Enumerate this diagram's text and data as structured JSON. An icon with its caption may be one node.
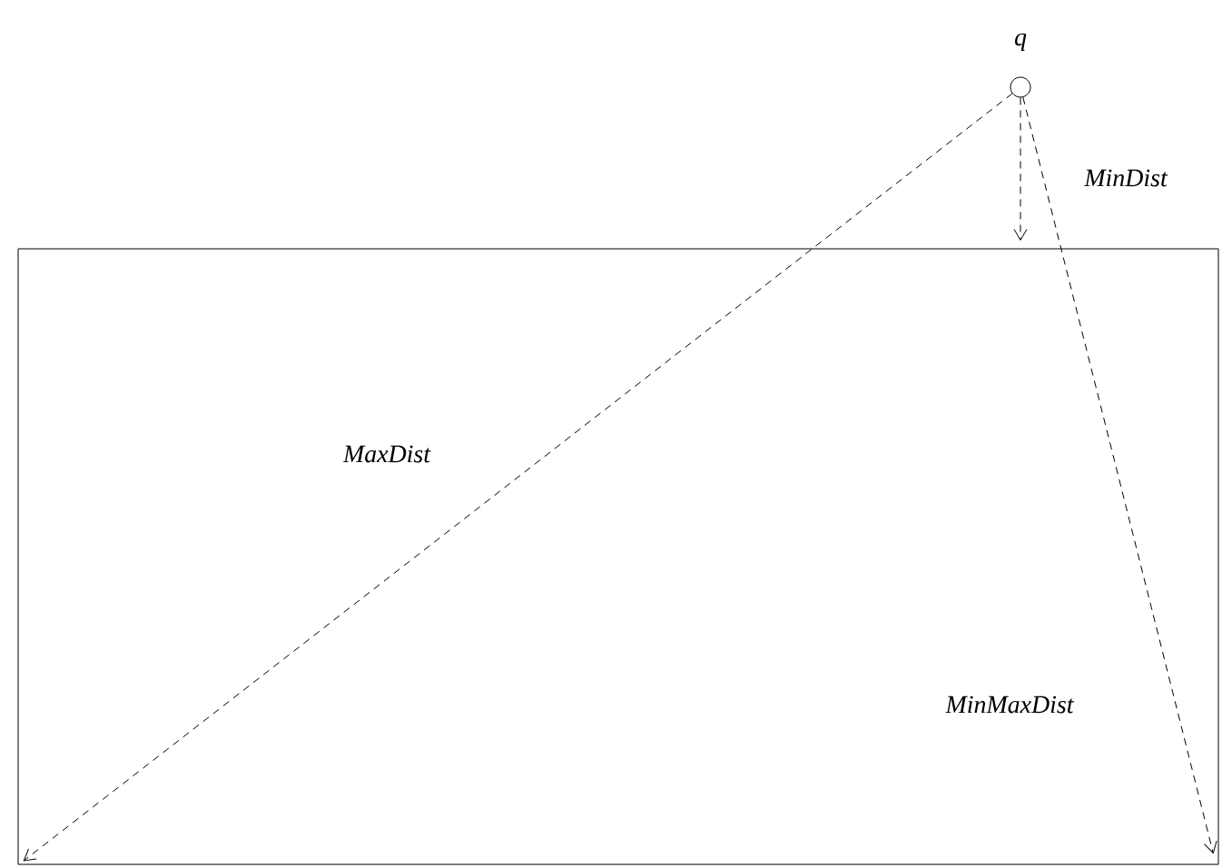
{
  "diagram": {
    "nodes": [
      {
        "text": [],
        "shape": "circle",
        "beside": [
          "q"
        ]
      },
      {
        "text": [],
        "shape": "box"
      }
    ],
    "edges": [
      {
        "from": 0,
        "to": 1,
        "arrow": "to",
        "style": "dashed",
        "label": "MinDist"
      },
      {
        "from": 0,
        "to": 1,
        "arrow": "to",
        "style": "dashed",
        "label": "MaxDist"
      },
      {
        "from": 0,
        "to": 1,
        "arrow": "to",
        "style": "dashed",
        "label": "MinMaxDist"
      }
    ]
  }
}
